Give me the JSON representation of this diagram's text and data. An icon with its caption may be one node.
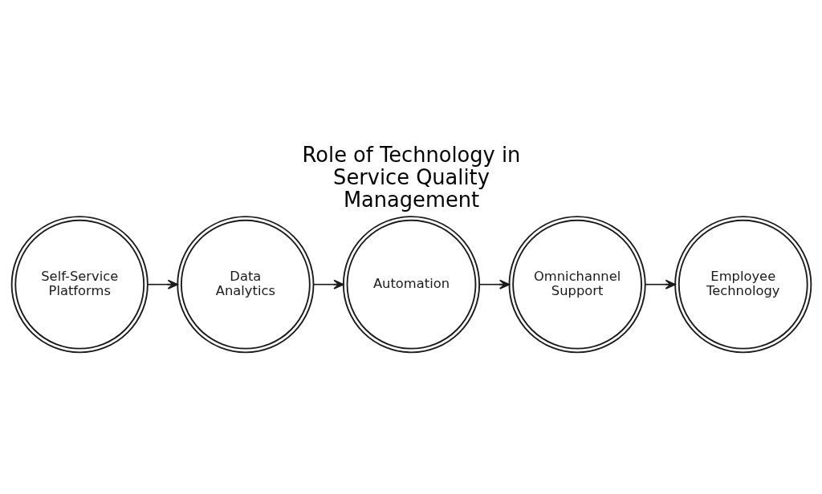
{
  "diagram": {
    "title": "Role of Technology in Service Quality Management",
    "nodes": [
      {
        "text": [
          "Self-Service Platforms"
        ]
      },
      {
        "text": [
          "Data Analytics"
        ]
      },
      {
        "text": [
          "Automation"
        ]
      },
      {
        "text": [
          "Omnichannel Support"
        ]
      },
      {
        "text": [
          "Employee Technology"
        ]
      }
    ],
    "edges": [
      {
        "from": 0,
        "to": 1,
        "arrow": "to"
      },
      {
        "from": 1,
        "to": 2,
        "arrow": "to"
      },
      {
        "from": 2,
        "to": 3,
        "arrow": "to"
      },
      {
        "from": 3,
        "to": 4,
        "arrow": "to"
      }
    ]
  }
}
